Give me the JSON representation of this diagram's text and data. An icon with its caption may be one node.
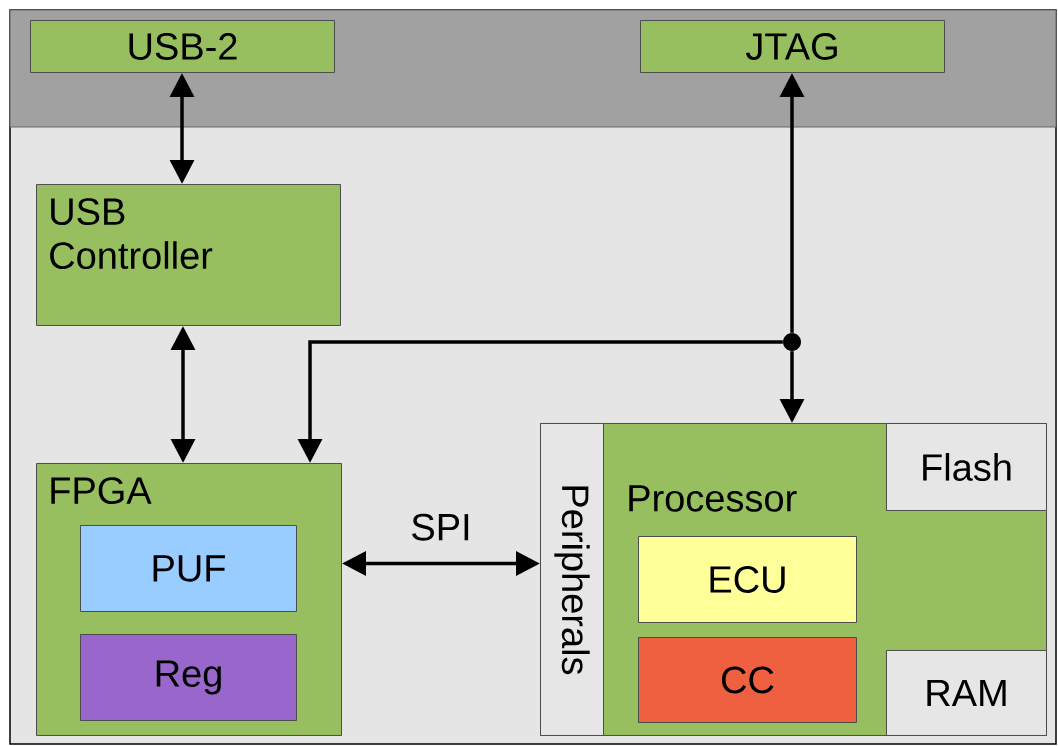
{
  "diagram": {
    "nodes": [
      {
        "text": [
          "USB-2"
        ]
      },
      {
        "text": [
          "JTAG"
        ]
      },
      {
        "text": [
          "USB Controller"
        ]
      },
      {
        "text": [],
        "shape": "circle"
      },
      {
        "text": [
          "FPGA"
        ]
      },
      {
        "text": [
          "PUF"
        ],
        "in": 4
      },
      {
        "text": [
          "Reg"
        ],
        "in": 4
      },
      {
        "text": [
          "Processor"
        ]
      },
      {
        "text": [
          "Peripherals"
        ],
        "in": 7
      },
      {
        "text": [
          "Flash"
        ],
        "in": 7
      },
      {
        "text": [
          "ECU"
        ],
        "in": 7
      },
      {
        "text": [
          "CC"
        ],
        "in": 7
      },
      {
        "text": [
          "RAM"
        ],
        "in": 7
      }
    ],
    "edges": [
      {
        "from": 0,
        "to": 2,
        "arrow": "both"
      },
      {
        "from": 2,
        "to": 4,
        "arrow": "both"
      },
      {
        "from": 3,
        "to": 1,
        "arrow": "to"
      },
      {
        "from": 3,
        "to": 7,
        "arrow": "to"
      },
      {
        "from": 3,
        "to": 4,
        "arrow": "to"
      },
      {
        "from": 4,
        "to": 8,
        "arrow": "both",
        "label": "SPI"
      }
    ]
  }
}
